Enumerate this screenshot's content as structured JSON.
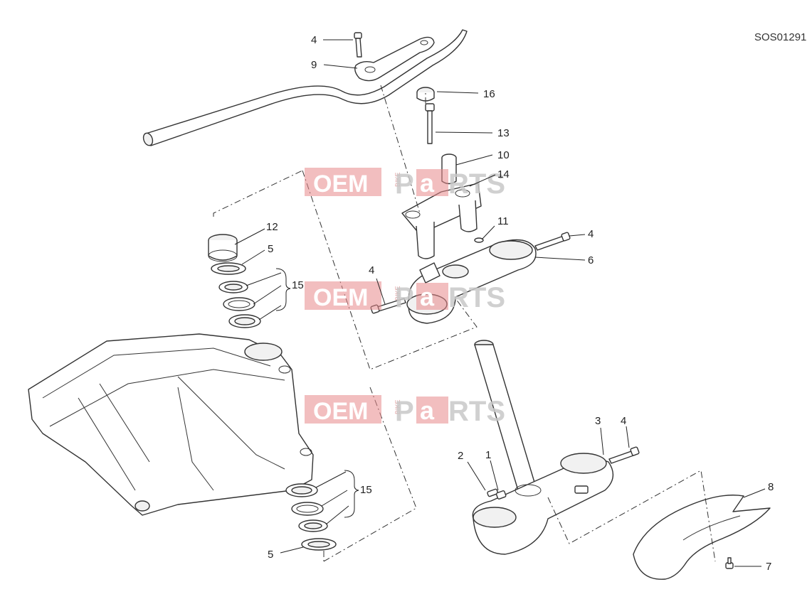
{
  "drawing": {
    "code": "SOS01291"
  },
  "watermark": {
    "oem": "OEM",
    "bike": "BIKE",
    "p": "P",
    "a": "a",
    "rts": "RTS"
  },
  "callouts": {
    "c1": "1",
    "c2": "2",
    "c3": "3",
    "c4_top": "4",
    "c4_right": "4",
    "c4_mid": "4",
    "c4_lower": "4",
    "c5_upper": "5",
    "c5_lower": "5",
    "c6": "6",
    "c7": "7",
    "c8": "8",
    "c9": "9",
    "c10": "10",
    "c11": "11",
    "c12": "12",
    "c13": "13",
    "c14": "14",
    "c15_upper": "15",
    "c15_lower": "15",
    "c16": "16"
  }
}
